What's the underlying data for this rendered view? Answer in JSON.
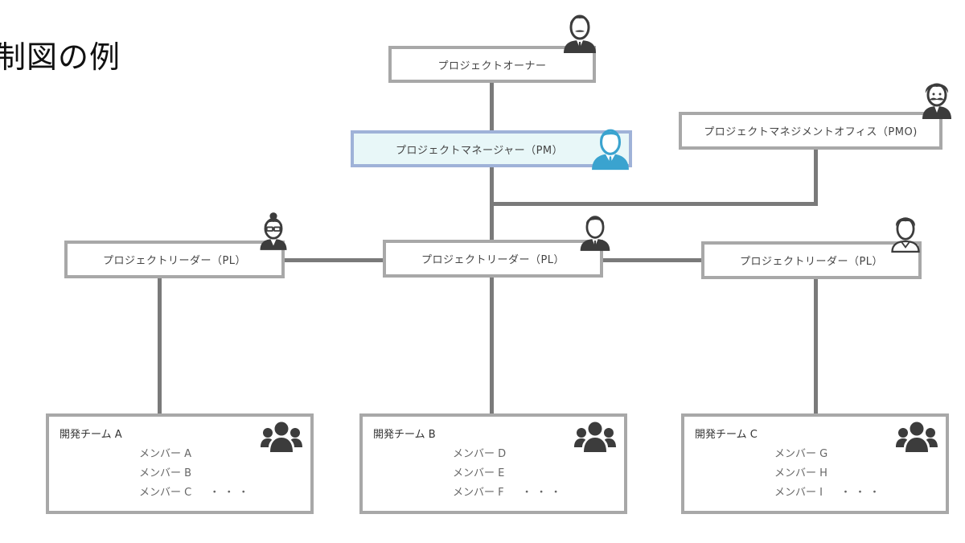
{
  "title": "制図の例",
  "colors": {
    "line": "#7a7a7a",
    "box_border": "#a8a8a8",
    "pm_fill": "#e8f7f8",
    "pm_border": "#9fb2d8",
    "pm_icon": "#3aa3cf",
    "icon_dark": "#3c3c3c"
  },
  "nodes": {
    "owner": {
      "label": "プロジェクトオーナー",
      "icon": "person-mustache-icon"
    },
    "pm": {
      "label": "プロジェクトマネージャー（PM）",
      "icon": "person-blue-icon"
    },
    "pmo": {
      "label": "プロジェクトマネジメントオフィス（PMO)",
      "icon": "person-mustache-curly-icon"
    },
    "pl_left": {
      "label": "プロジェクトリーダー（PL）",
      "icon": "person-glasses-bun-icon"
    },
    "pl_center": {
      "label": "プロジェクトリーダー（PL）",
      "icon": "person-suit-icon"
    },
    "pl_right": {
      "label": "プロジェクトリーダー（PL）",
      "icon": "person-casual-icon"
    }
  },
  "teams": [
    {
      "name": "開発チーム A",
      "members": [
        "メンバー A",
        "メンバー B",
        "メンバー C"
      ],
      "more": "・・・",
      "icon": "group-icon"
    },
    {
      "name": "開発チーム B",
      "members": [
        "メンバー D",
        "メンバー E",
        "メンバー F"
      ],
      "more": "・・・",
      "icon": "group-icon"
    },
    {
      "name": "開発チーム C",
      "members": [
        "メンバー G",
        "メンバー H",
        "メンバー I"
      ],
      "more": "・・・",
      "icon": "group-icon"
    }
  ]
}
